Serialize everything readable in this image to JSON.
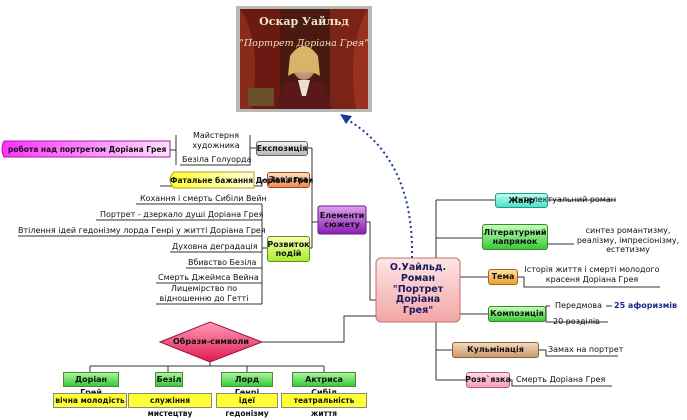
{
  "cover": {
    "author_title": "Оскар Уайльд",
    "book_title": "\"Портрет Доріана Грея\""
  },
  "center": {
    "label": "О.Уайльд. Роман \"Портрет Доріана Грея\""
  },
  "branches": {
    "genre": {
      "label": "Жанр",
      "leaf": "Інтелектуальний роман"
    },
    "direction": {
      "label": "Літературний напрямок",
      "leaf": "синтез романтизму, реалізму, імпресіонізму, естетизму"
    },
    "theme": {
      "label": "Тема",
      "leaf": "Історія життя і смерті молодого красеня Доріана Грея"
    },
    "composition": {
      "label": "Композиція",
      "leaf_intro": "Передмова",
      "leaf_aphorisms": "25 афоризмів",
      "leaf_chapters": "20 розділів"
    },
    "climax": {
      "label": "Кульмінація",
      "leaf": "Замах на портрет"
    },
    "denouement": {
      "label": "Розв`язка",
      "leaf": "Смерть Доріана Грея"
    }
  },
  "plot": {
    "label": "Елементи сюжету",
    "exposition": {
      "label": "Експозиція",
      "leaf_1": "Майстерня художника",
      "leaf_2": "Безіла Голуорда",
      "callout": "робота над портретом Доріана Грея"
    },
    "tie": {
      "label": "Зав'язка",
      "callout": "Фатальне бажання Доріана Грея"
    },
    "development": {
      "label": "Розвиток подій",
      "items": [
        "Кохання і смерть Сибіли Вейн",
        "Портрет - дзеркало душі Доріана Грея",
        "Втілення ідей гедонізму лорда Генрі у житті Доріана Грея",
        "Духовна деградація",
        "Вбивство Безіла",
        "Смерть Джеймса Вейна",
        "Лицемірство по відношенню до Гетті"
      ]
    }
  },
  "symbols": {
    "label": "Образи-символи",
    "items": [
      {
        "name": "Доріан Грей",
        "meaning": "вічна молодість"
      },
      {
        "name": "Безіл",
        "meaning": "служіння мистецтву"
      },
      {
        "name": "Лорд Генрі",
        "meaning": "ідеї гедонізму"
      },
      {
        "name": "Актриса Сибіл",
        "meaning": "театральність життя"
      }
    ]
  },
  "colors": {
    "connector": "#333333",
    "center_fill": "#fbc3c3",
    "plot_fill": "#a040c0",
    "symbol_fill": "#e83060",
    "yellow": "#ffff33",
    "green": "#39c93b",
    "teal": "#4fe0c8",
    "orange": "#f0a030",
    "pink": "#ff40ff",
    "dotted": "#1a3a9a"
  }
}
